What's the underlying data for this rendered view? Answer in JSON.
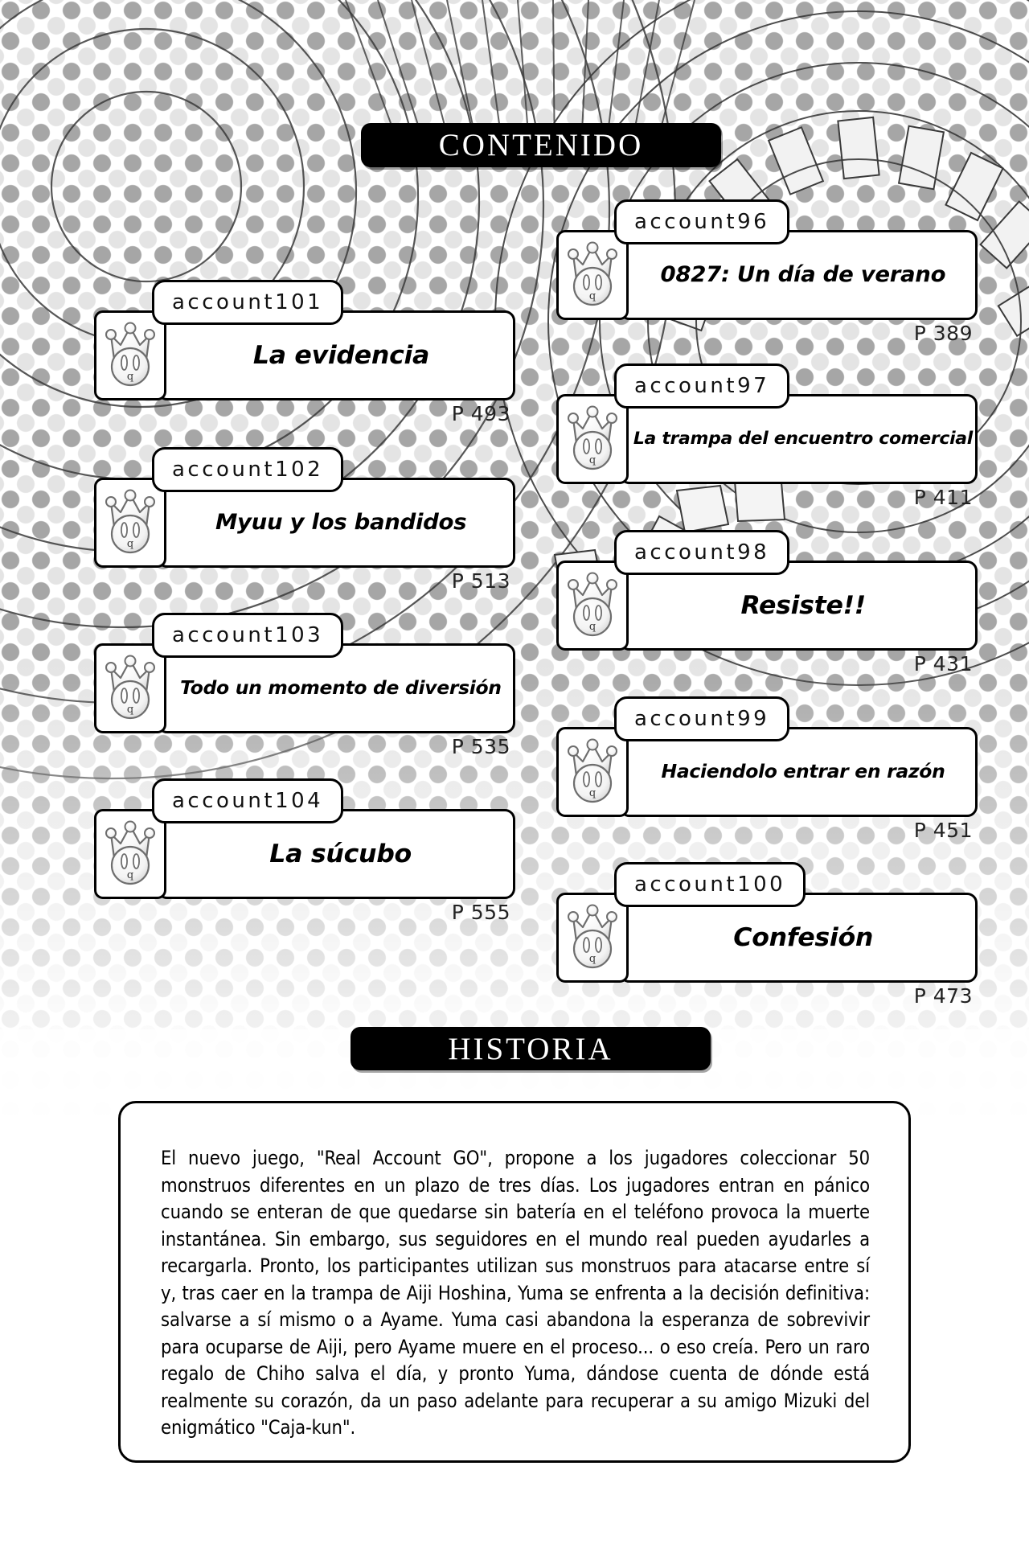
{
  "banners": {
    "contenido": "CONTENIDO",
    "historia": "HISTORIA"
  },
  "colors": {
    "banner_bg": "#000000",
    "banner_text": "#ffffff",
    "box_border": "#000000",
    "box_fill": "#ffffff",
    "dot_dark": "#a6a6a6",
    "dot_light": "#e4e4e4",
    "page_bg": "#ffffff",
    "text": "#000000"
  },
  "icon": {
    "name": "crowned-myuu-icon",
    "letter": "q"
  },
  "toc": {
    "right_column": [
      {
        "account": "account96",
        "title": "0827: Un día de verano",
        "page": "P 389"
      },
      {
        "account": "account97",
        "title": "La trampa del encuentro comercial",
        "page": "P 411"
      },
      {
        "account": "account98",
        "title": "Resiste!!",
        "page": "P 431"
      },
      {
        "account": "account99",
        "title": "Haciendolo entrar en razón",
        "page": "P 451"
      },
      {
        "account": "account100",
        "title": "Confesión",
        "page": "P 473"
      }
    ],
    "left_column": [
      {
        "account": "account101",
        "title": "La evidencia",
        "page": "P 493"
      },
      {
        "account": "account102",
        "title": "Myuu y los bandidos",
        "page": "P 513"
      },
      {
        "account": "account103",
        "title": "Todo un momento de diversión",
        "page": "P 535"
      },
      {
        "account": "account104",
        "title": "La súcubo",
        "page": "P 555"
      }
    ]
  },
  "story": {
    "text": "El nuevo juego, \"Real Account GO\", propone a los jugadores coleccionar 50 monstruos diferentes en un plazo de tres días. Los jugadores entran en pánico cuando se enteran de que quedarse sin batería en el teléfono provoca la muerte instantánea. Sin embargo, sus seguidores en el mundo real pueden ayudarles a recargarla. Pronto, los participantes utilizan sus monstruos para atacarse entre sí y, tras caer en la trampa de Aiji Hoshina, Yuma se enfrenta a la decisión definitiva: salvarse a sí mismo o a Ayame. Yuma casi abandona la esperanza de sobrevivir para ocuparse de Aiji, pero Ayame muere en el proceso... o eso creía. Pero un raro regalo de Chiho salva el día, y pronto Yuma, dándose cuenta de dónde está realmente su corazón, da un paso adelante para recuperar a su amigo Mizuki del enigmático \"Caja-kun\"."
  }
}
